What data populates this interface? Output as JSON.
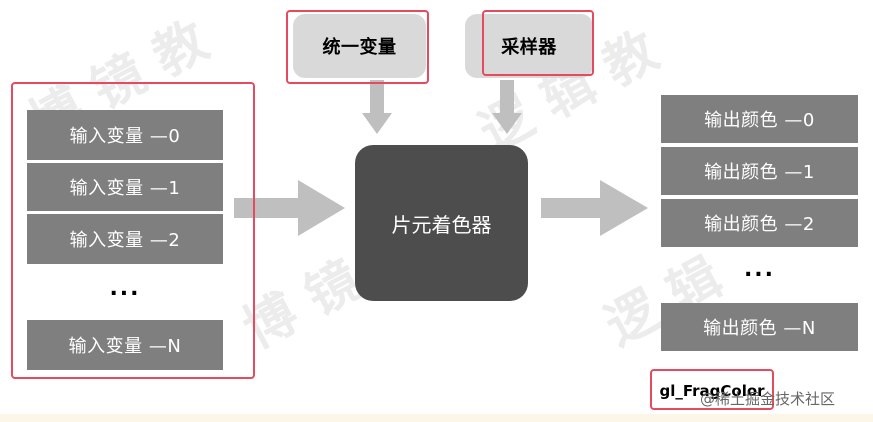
{
  "diagram": {
    "uniform_label": "统一变量",
    "sampler_label": "采样器",
    "shader_label": "片元着色器",
    "inputs": [
      "输入变量 —0",
      "输入变量 —1",
      "输入变量 —2",
      "输入变量 —N"
    ],
    "input_ellipsis": "...",
    "outputs": [
      "输出颜色 —0",
      "输出颜色 —1",
      "输出颜色 —2",
      "输出颜色 —N"
    ],
    "output_ellipsis": "...",
    "frag_color_label": "gl_FragColor",
    "credit": "@稀土掘金技术社区"
  },
  "colors": {
    "box_gray": "#7f7f7f",
    "chip_gray": "#d9d9d9",
    "shader_dark": "#4d4d4d",
    "arrow_gray": "#bfbfbf",
    "highlight_red": "#e44b5f"
  }
}
